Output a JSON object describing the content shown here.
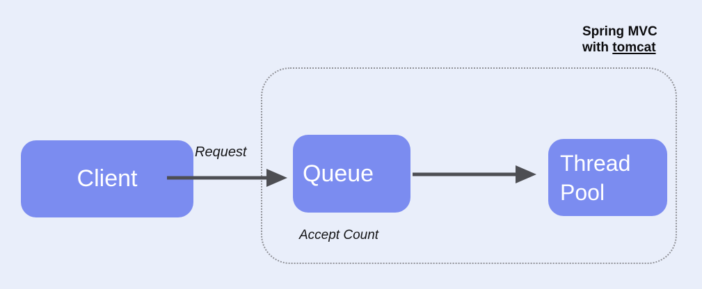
{
  "diagram": {
    "background_color": "#e9eefa",
    "node_fill_color": "#7b8cf0",
    "node_text_color": "#ffffff",
    "arrow_color": "#4d4e53",
    "dotted_border_color": "#8f9096",
    "group": {
      "title_line1": "Spring MVC",
      "title_line2_prefix": "with ",
      "title_line2_underlined": "tomcat"
    },
    "nodes": {
      "client": {
        "label": "Client"
      },
      "queue": {
        "label": "Queue"
      },
      "thread_pool": {
        "label": "Thread Pool"
      }
    },
    "edges": {
      "request": {
        "label": "Request",
        "from": "Client",
        "to": "Queue"
      },
      "accept_count": {
        "label": "Accept Count",
        "annotates": "Queue"
      }
    }
  }
}
